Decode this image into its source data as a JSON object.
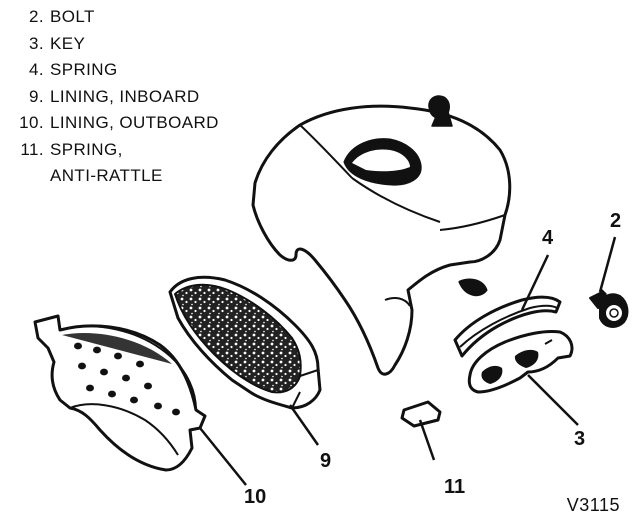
{
  "legend": {
    "items": [
      {
        "num": "2.",
        "label": "BOLT"
      },
      {
        "num": "3.",
        "label": "KEY"
      },
      {
        "num": "4.",
        "label": "SPRING"
      },
      {
        "num": "9.",
        "label": "LINING, INBOARD"
      },
      {
        "num": "10.",
        "label": "LINING, OUTBOARD"
      },
      {
        "num": "11.",
        "label": "SPRING,"
      }
    ],
    "continuation": "ANTI-RATTLE"
  },
  "callouts": {
    "bolt": "2",
    "key": "3",
    "spring": "4",
    "lining_inboard": "9",
    "lining_outboard": "10",
    "anti_rattle_spring": "11"
  },
  "figure_code": "V3115",
  "colors": {
    "ink": "#111111",
    "paper": "#ffffff"
  }
}
